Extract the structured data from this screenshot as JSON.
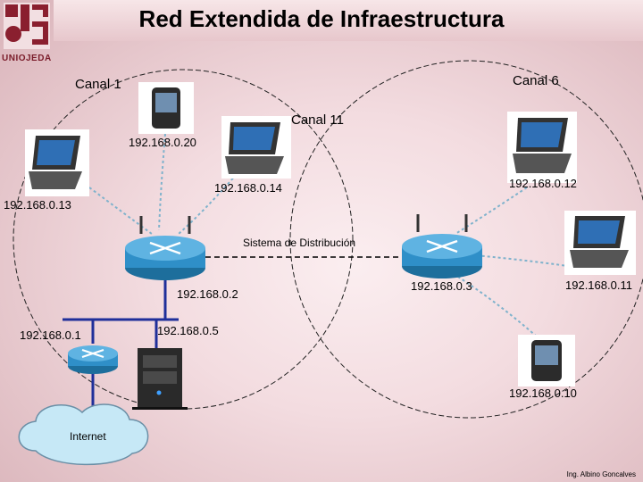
{
  "title": "Red Extendida de Infraestructura",
  "logo_text": "UNIOJEDA",
  "channels": {
    "canal1": "Canal 1",
    "canal6": "Canal 6",
    "canal11": "Canal 11"
  },
  "ips": {
    "ip20": "192.168.0.20",
    "ip14": "192.168.0.14",
    "ip12": "192.168.0.12",
    "ip13": "192.168.0.13",
    "ip2": "192.168.0.2",
    "ip3": "192.168.0.3",
    "ip11": "192.168.0.11",
    "ip1": "192.168.0.1",
    "ip5": "192.168.0.5",
    "ip10": "192.168.0.10"
  },
  "distribution_label": "Sistema de Distribución",
  "internet_label": "Internet",
  "credit": "Ing. Albino Goncalves",
  "colors": {
    "router": "#2f8fc8",
    "bus": "#1f2f9a",
    "wireless": "#7fb2cc"
  }
}
